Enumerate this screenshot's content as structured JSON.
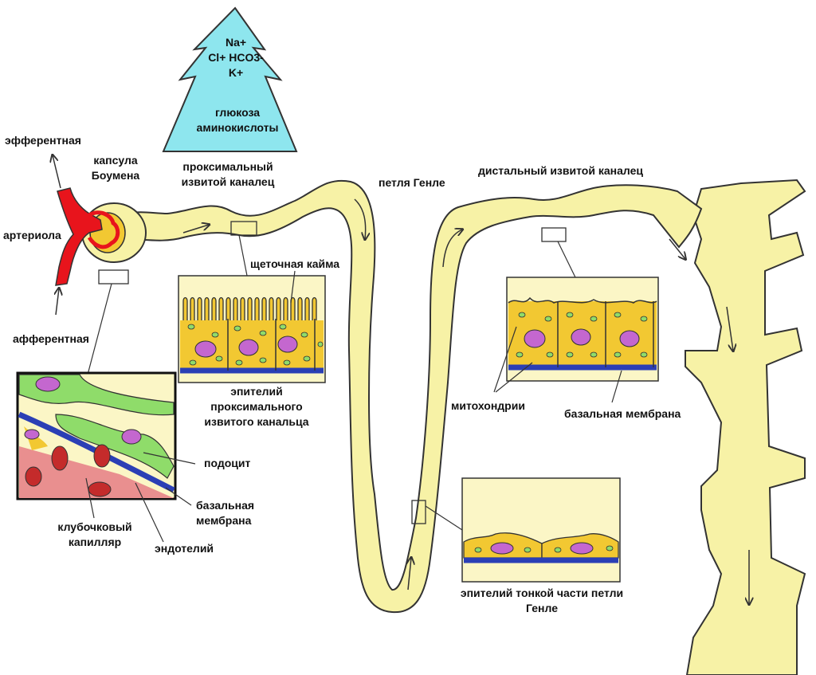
{
  "colors": {
    "tubule": "#f7f2a6",
    "outline": "#333333",
    "arteriole": "#e8141c",
    "transport": "#8ee6ee",
    "cell": "#f2c832",
    "nucleus": "#c467cf",
    "mitochondria": "#8fdc6a",
    "basement": "#2b3fb5",
    "capillary": "#e98f8f"
  },
  "transport": {
    "ions": [
      "Na+",
      "Cl+ HCO3-",
      "K+"
    ],
    "nutrients": [
      "глюкоза",
      "аминокислоты"
    ]
  },
  "labels": {
    "efferent": "эфферентная",
    "capsule": [
      "капсула",
      "Боумена"
    ],
    "arteriole": "артериола",
    "afferent": "афферентная",
    "proximal": [
      "проксимальный",
      "извитой каналец"
    ],
    "loop": "петля Генле",
    "distal": "дистальный извитой каналец",
    "brush_border": "щеточная кайма",
    "prox_epithelium": [
      "эпителий",
      "проксимального",
      "извитого канальца"
    ],
    "mitochondria": "митохондрии",
    "basement_membrane": "базальная мембрана",
    "podocyte": "подоцит",
    "basement_membrane_2": [
      "базальная",
      "мембрана"
    ],
    "glomerular_capillary": [
      "клубочковый",
      "капилляр"
    ],
    "endothelium": "эндотелий",
    "thin_epithelium": [
      "эпителий тонкой части петли",
      "Генле"
    ]
  }
}
